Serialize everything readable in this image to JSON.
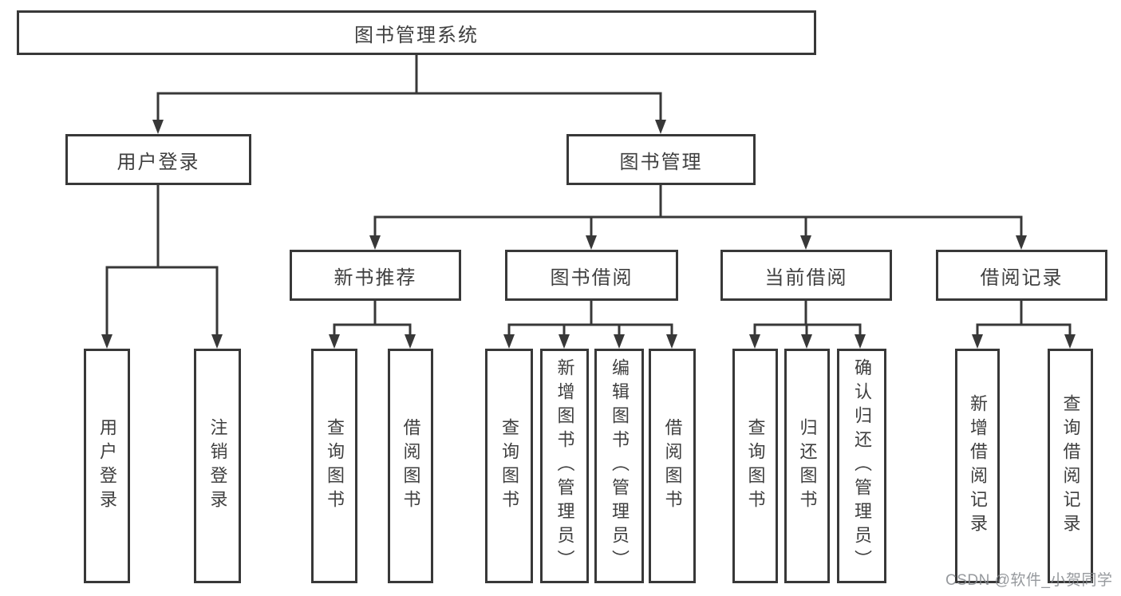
{
  "colors": {
    "line": "#383838",
    "box_border": "#383838",
    "text": "#3f3f3f",
    "background": "#ffffff",
    "watermark": "#84878c"
  },
  "diagram": {
    "root": {
      "label": "图书管理系统"
    },
    "branches": [
      {
        "label": "用户登录",
        "children": [
          {
            "label": "用户登录"
          },
          {
            "label": "注销登录"
          }
        ]
      },
      {
        "label": "图书管理",
        "children": [
          {
            "label": "新书推荐",
            "children": [
              {
                "label": "查询图书"
              },
              {
                "label": "借阅图书"
              }
            ]
          },
          {
            "label": "图书借阅",
            "children": [
              {
                "label": "查询图书"
              },
              {
                "label": "新增图书（管理员）"
              },
              {
                "label": "编辑图书（管理员）"
              },
              {
                "label": "借阅图书"
              }
            ]
          },
          {
            "label": "当前借阅",
            "children": [
              {
                "label": "查询图书"
              },
              {
                "label": "归还图书"
              },
              {
                "label": "确认归还（管理员）"
              }
            ]
          },
          {
            "label": "借阅记录",
            "children": [
              {
                "label": "新增借阅记录"
              },
              {
                "label": "查询借阅记录"
              }
            ]
          }
        ]
      }
    ]
  },
  "watermark": {
    "text": "CSDN @软件_小贺同学"
  }
}
